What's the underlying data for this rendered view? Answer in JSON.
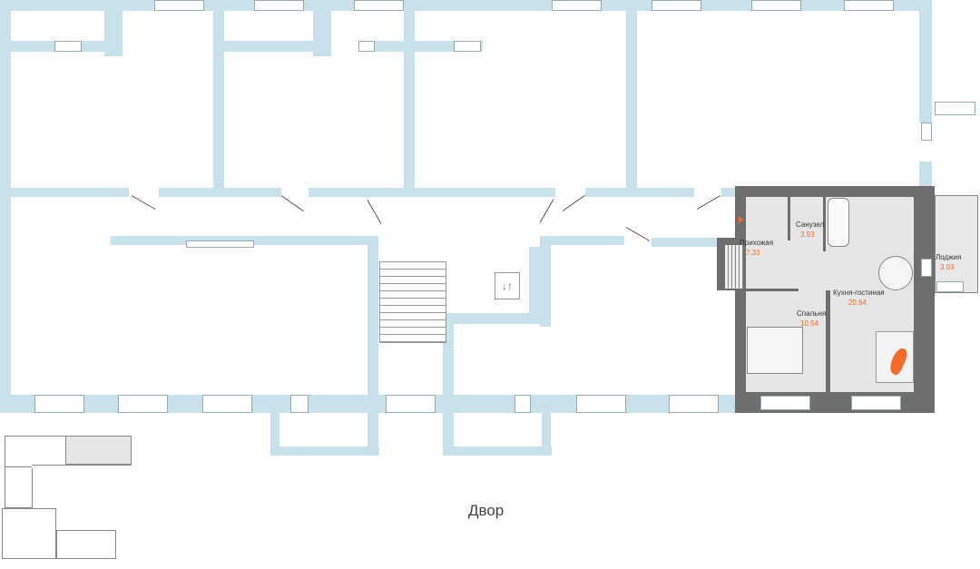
{
  "plan": {
    "yard_label": "Двор",
    "rooms": [
      {
        "name": "Прихожая",
        "area": "7.33"
      },
      {
        "name": "Санузел",
        "area": "3.93"
      },
      {
        "name": "Спальня",
        "area": "10.54"
      },
      {
        "name": "Кухня-гостиная",
        "area": "20.64"
      },
      {
        "name": "Лоджия",
        "area": "3.93"
      }
    ]
  },
  "colors": {
    "walls": "#c9e1ea",
    "apartment_walls": "#6e6e6e",
    "area_text": "#f26b2a",
    "accent": "#f26b2a"
  }
}
